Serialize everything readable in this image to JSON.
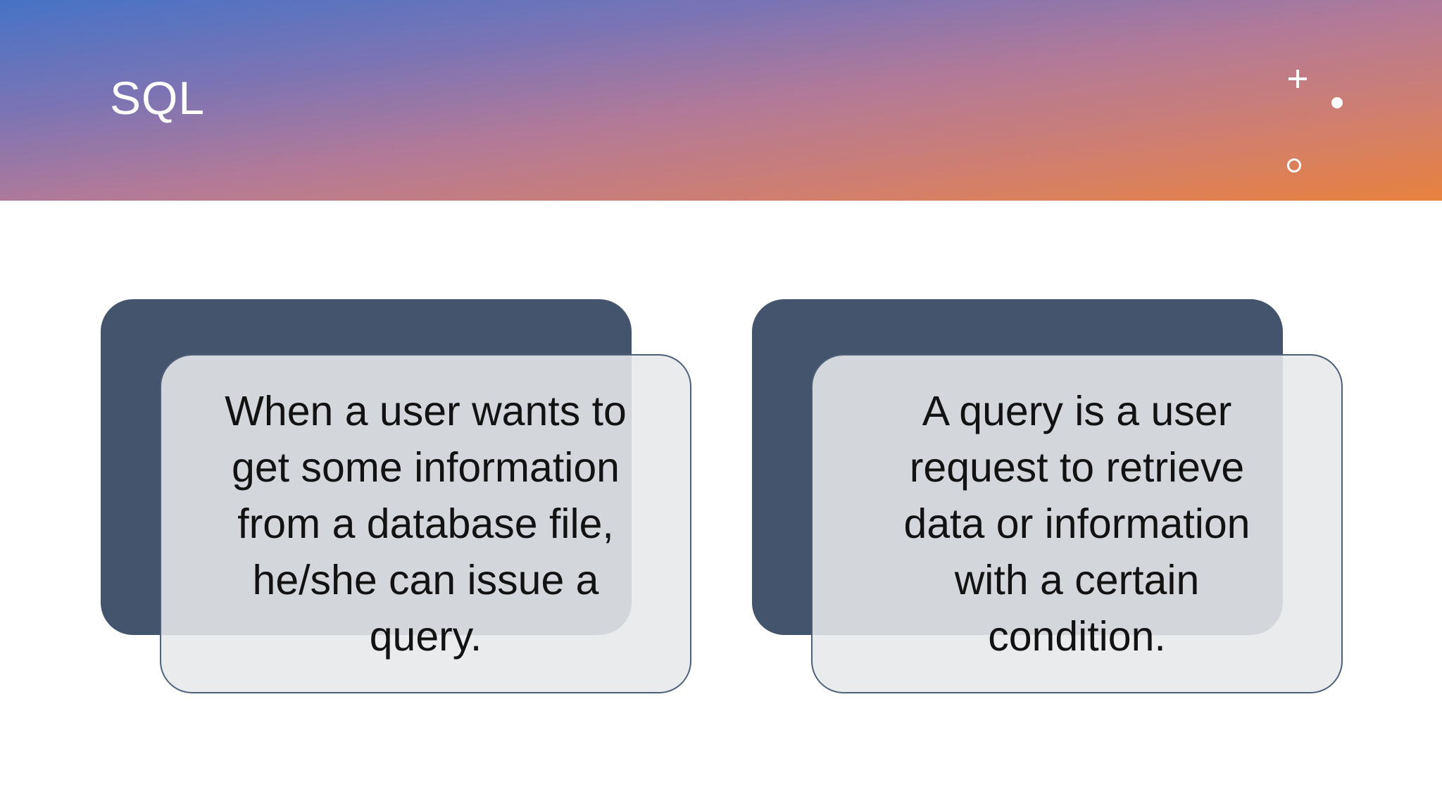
{
  "header": {
    "title": "SQL",
    "gradient": [
      "#4673C6",
      "#7B74B4",
      "#B27A98",
      "#D27F6C",
      "#E8813E"
    ],
    "decoration_color": "#FFFFFF",
    "decorations": [
      "plus",
      "dot",
      "ring"
    ]
  },
  "cards": [
    {
      "lines": [
        "When a user wants to",
        "get some information",
        "from a database file,",
        "he/she can issue a",
        "query."
      ]
    },
    {
      "lines": [
        "A query is a user",
        "request to retrieve",
        "data or information",
        "with a certain",
        "condition."
      ]
    }
  ],
  "colors": {
    "card_back": "#43546C",
    "card_front_fill": "#E7E8EA",
    "card_front_opacity": "0.88",
    "card_border": "#4E5F78",
    "card_text": "#121212",
    "title_color": "#FFFFFF"
  }
}
